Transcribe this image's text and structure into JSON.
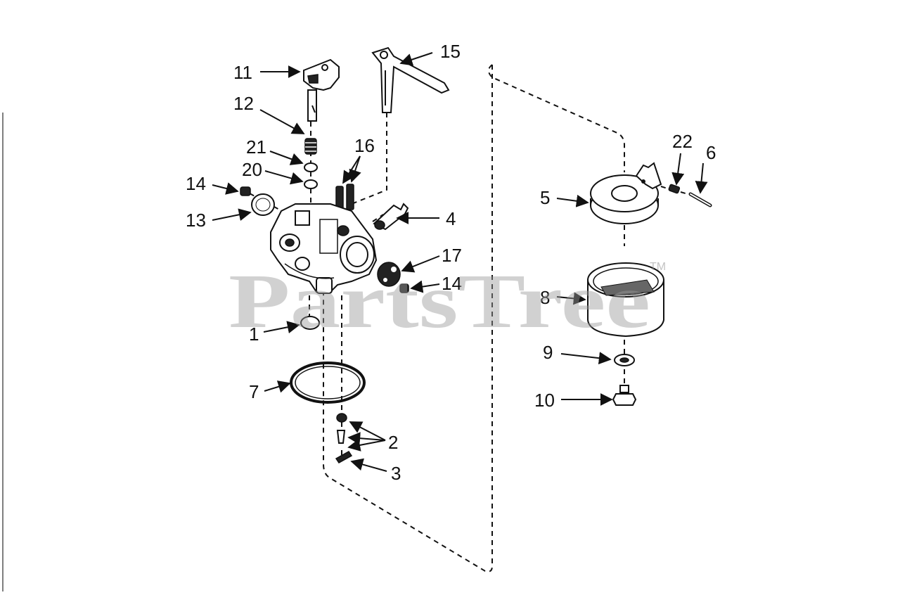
{
  "watermark": {
    "text": "PartsTree",
    "tm": "TM"
  },
  "callouts": {
    "c1": "1",
    "c2": "2",
    "c3": "3",
    "c4": "4",
    "c5": "5",
    "c6": "6",
    "c7": "7",
    "c8": "8",
    "c9": "9",
    "c10": "10",
    "c11": "11",
    "c12": "12",
    "c13": "13",
    "c14a": "14",
    "c14b": "14",
    "c15": "15",
    "c16": "16",
    "c17": "17",
    "c20": "20",
    "c21": "21",
    "c22": "22"
  },
  "colors": {
    "ink": "#111111",
    "watermark": "#9a9a9a",
    "background": "#ffffff"
  }
}
